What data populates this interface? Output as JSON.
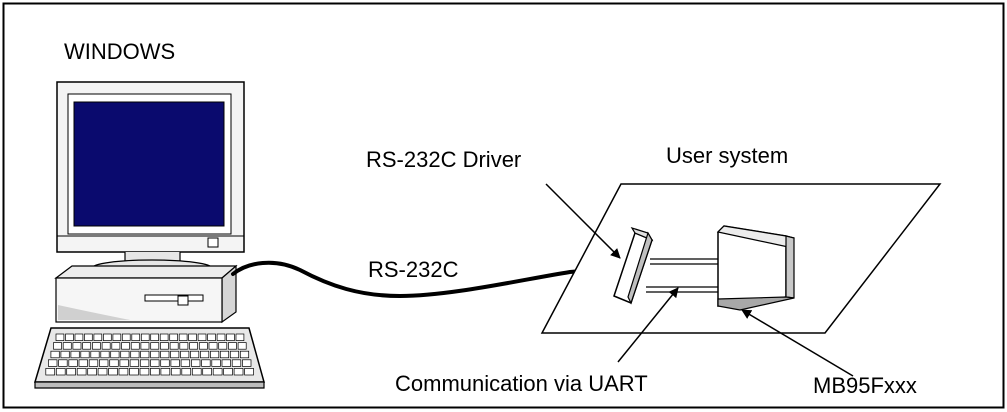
{
  "labels": {
    "windows": "WINDOWS",
    "user_system": "User system",
    "rs232c_driver": "RS-232C Driver",
    "rs232c": "RS-232C",
    "communication": "Communication via UART",
    "mcu": "MB95Fxxx"
  },
  "colors": {
    "screen": "#0a0a6e",
    "monitor_body": "#f4f4f4",
    "outline": "#000000"
  }
}
